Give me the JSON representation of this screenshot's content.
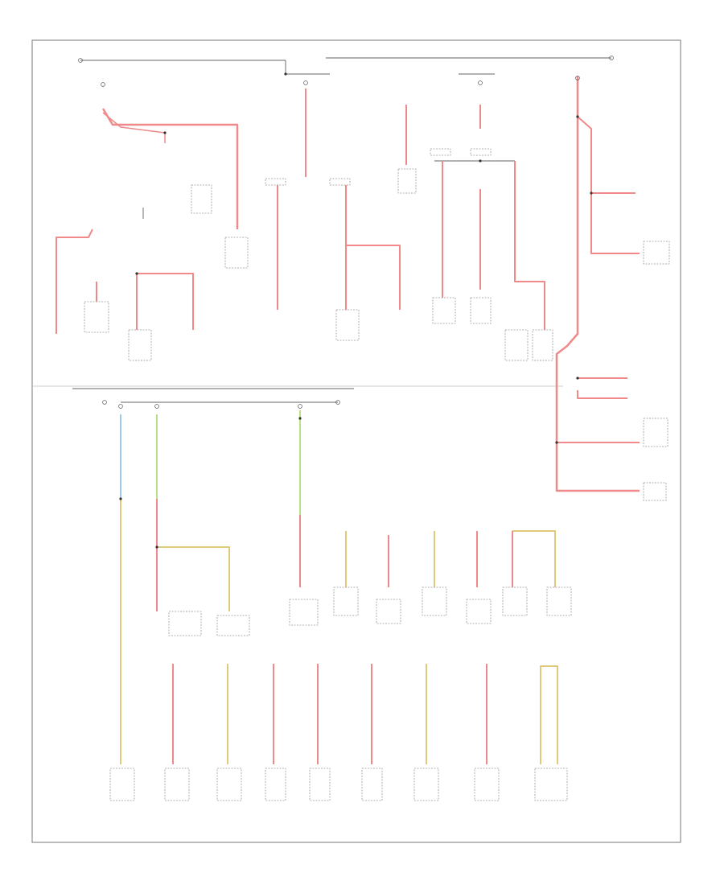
{
  "diagram": {
    "title": "",
    "notes": [],
    "colors": {
      "red": "#f08a8a",
      "yellow": "#e0c97a",
      "green": "#b8e08a",
      "blue": "#9fc9e8",
      "black": "#333333",
      "frame": "#777777",
      "component": "#999999"
    },
    "wire_legend": [
      "red",
      "yellow",
      "green",
      "blue",
      "black"
    ]
  }
}
